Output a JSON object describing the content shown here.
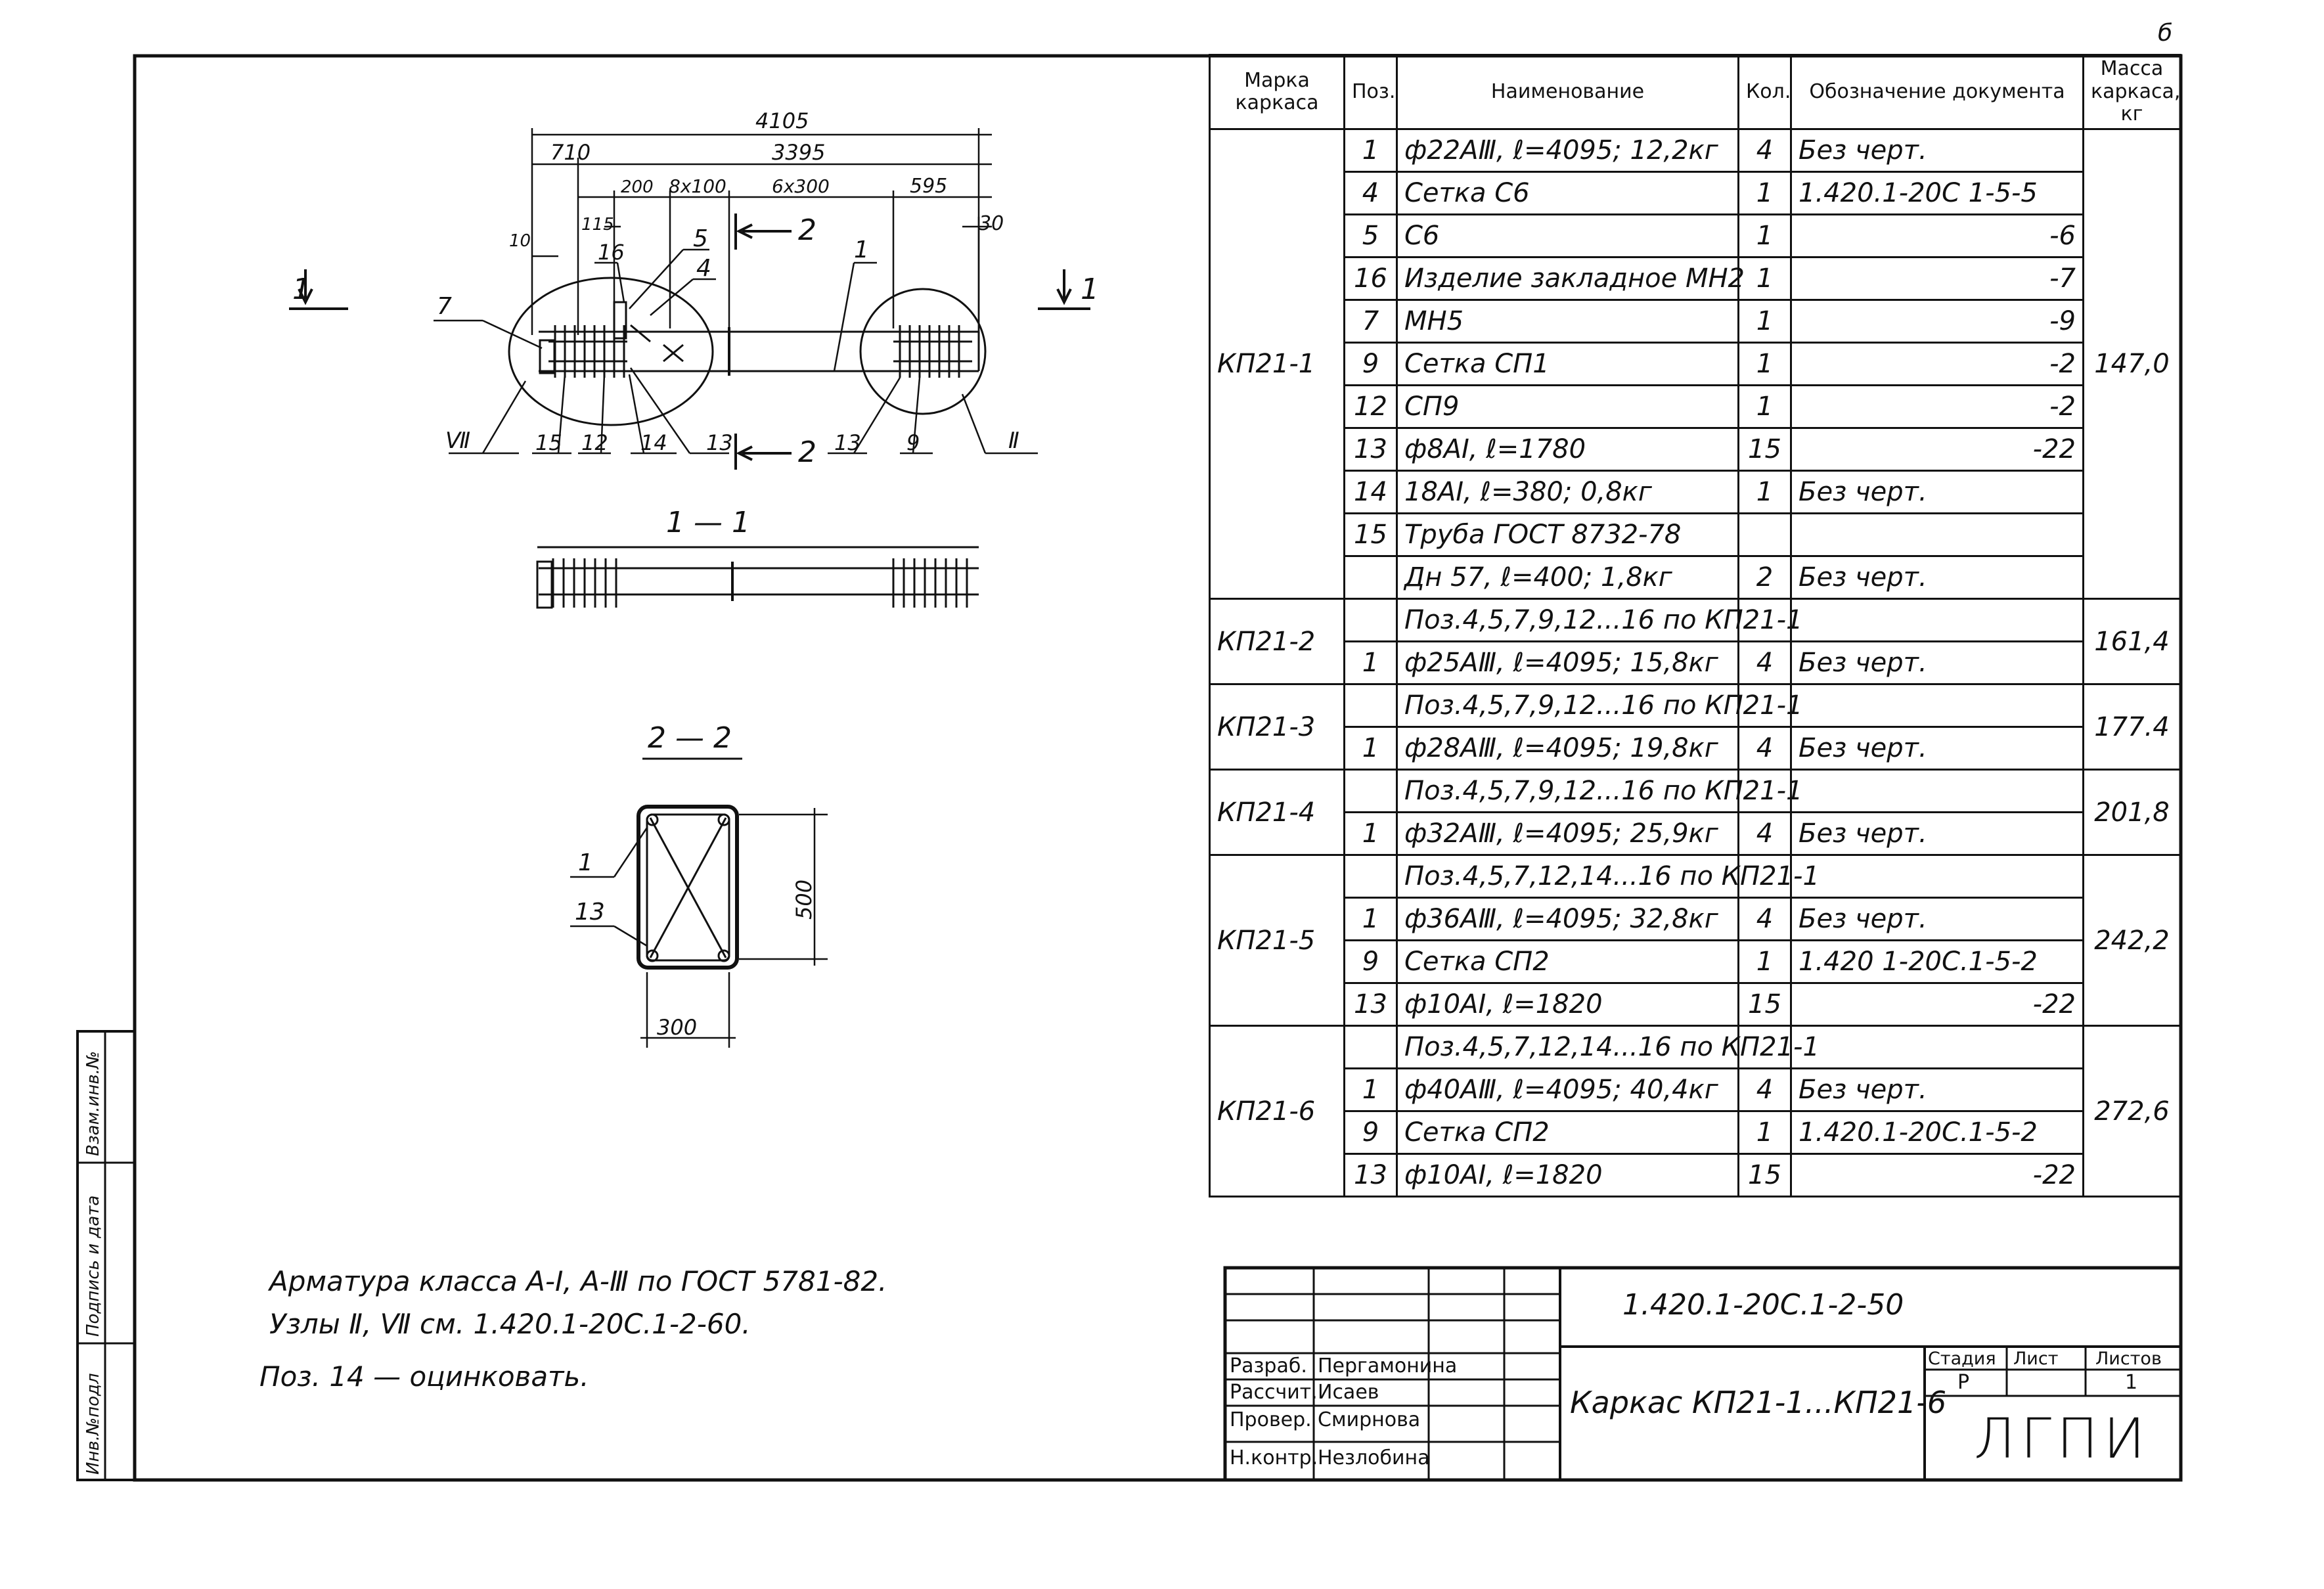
{
  "corner_mark": "б",
  "spec_table": {
    "headers": {
      "mark": "Марка каркаса",
      "pos": "Поз.",
      "name": "Наименование",
      "qty": "Кол.",
      "doc": "Обозначение документа",
      "mass": "Масса каркаса, кг"
    },
    "groups": [
      {
        "mark": "КП21-1",
        "mass": "147,0",
        "rows": [
          {
            "pos": "1",
            "name": "ф22АⅢ, ℓ=4095; 12,2кг",
            "qty": "4",
            "doc": "Без черт."
          },
          {
            "pos": "4",
            "name": "Сетка С6",
            "qty": "1",
            "doc": "1.420.1-20С 1-5-5"
          },
          {
            "pos": "5",
            "name": "С6",
            "qty": "1",
            "doc": "-6"
          },
          {
            "pos": "16",
            "name": "Изделие закладное МН2",
            "qty": "1",
            "doc": "-7"
          },
          {
            "pos": "7",
            "name": "МН5",
            "qty": "1",
            "doc": "-9"
          },
          {
            "pos": "9",
            "name": "Сетка СП1",
            "qty": "1",
            "doc": "-2"
          },
          {
            "pos": "12",
            "name": "СП9",
            "qty": "1",
            "doc": "-2"
          },
          {
            "pos": "13",
            "name": "ф8АⅠ, ℓ=1780",
            "qty": "15",
            "doc": "-22"
          },
          {
            "pos": "14",
            "name": "18АⅠ, ℓ=380; 0,8кг",
            "qty": "1",
            "doc": "Без черт."
          },
          {
            "pos": "15",
            "name": "Труба ГОСТ 8732-78",
            "qty": "",
            "doc": ""
          },
          {
            "pos": "",
            "name": "Дн 57, ℓ=400; 1,8кг",
            "qty": "2",
            "doc": "Без черт."
          }
        ]
      },
      {
        "mark": "КП21-2",
        "mass": "161,4",
        "rows": [
          {
            "pos": "",
            "name": "Поз.4,5,7,9,12...16 по КП21-1",
            "qty": "",
            "doc": ""
          },
          {
            "pos": "1",
            "name": "ф25АⅢ, ℓ=4095; 15,8кг",
            "qty": "4",
            "doc": "Без черт."
          }
        ]
      },
      {
        "mark": "КП21-3",
        "mass": "177.4",
        "rows": [
          {
            "pos": "",
            "name": "Поз.4,5,7,9,12...16 по КП21-1",
            "qty": "",
            "doc": ""
          },
          {
            "pos": "1",
            "name": "ф28АⅢ, ℓ=4095; 19,8кг",
            "qty": "4",
            "doc": "Без черт."
          }
        ]
      },
      {
        "mark": "КП21-4",
        "mass": "201,8",
        "rows": [
          {
            "pos": "",
            "name": "Поз.4,5,7,9,12...16 по КП21-1",
            "qty": "",
            "doc": ""
          },
          {
            "pos": "1",
            "name": "ф32АⅢ, ℓ=4095; 25,9кг",
            "qty": "4",
            "doc": "Без черт."
          }
        ]
      },
      {
        "mark": "КП21-5",
        "mass": "242,2",
        "rows": [
          {
            "pos": "",
            "name": "Поз.4,5,7,12,14...16 по КП21-1",
            "qty": "",
            "doc": ""
          },
          {
            "pos": "1",
            "name": "ф36АⅢ, ℓ=4095; 32,8кг",
            "qty": "4",
            "doc": "Без черт."
          },
          {
            "pos": "9",
            "name": "Сетка СП2",
            "qty": "1",
            "doc": "1.420 1-20С.1-5-2"
          },
          {
            "pos": "13",
            "name": "ф10АⅠ, ℓ=1820",
            "qty": "15",
            "doc": "-22"
          }
        ]
      },
      {
        "mark": "КП21-6",
        "mass": "272,6",
        "rows": [
          {
            "pos": "",
            "name": "Поз.4,5,7,12,14...16 по КП21-1",
            "qty": "",
            "doc": ""
          },
          {
            "pos": "1",
            "name": "ф40АⅢ, ℓ=4095; 40,4кг",
            "qty": "4",
            "doc": "Без черт."
          },
          {
            "pos": "9",
            "name": "Сетка СП2",
            "qty": "1",
            "doc": "1.420.1-20С.1-5-2"
          },
          {
            "pos": "13",
            "name": "ф10АⅠ, ℓ=1820",
            "qty": "15",
            "doc": "-22"
          }
        ]
      }
    ]
  },
  "drawing": {
    "dims": {
      "overall": "4105",
      "d710": "710",
      "d3395": "3395",
      "d200": "200",
      "d8x100": "8х100",
      "d6x300": "6х300",
      "d595": "595",
      "d115": "115",
      "d10": "10",
      "d30": "30",
      "d500": "500",
      "d300": "300"
    },
    "callouts": {
      "p1": "1",
      "p2": "2",
      "p4": "4",
      "p5": "5",
      "p7": "7",
      "p9": "9",
      "p12": "12",
      "p13": "13",
      "p14": "14",
      "p15": "15",
      "p16": "16",
      "node2": "Ⅱ",
      "node7": "Ⅶ"
    },
    "section_marks": {
      "s1_left": "1",
      "s1_right": "1",
      "s2_top": "2",
      "s2_bottom": "2"
    },
    "section_titles": {
      "sec11": "1 — 1",
      "sec22": "2 — 2"
    },
    "sec22_callouts": {
      "c1": "1",
      "c13": "13"
    }
  },
  "notes": [
    "Арматура класса А-Ⅰ, А-Ⅲ по ГОСТ 5781-82.",
    "Узлы Ⅱ, Ⅶ см. 1.420.1-20С.1-2-60.",
    "Поз. 14 — оцинковать."
  ],
  "side_stamp": {
    "c1": "Взам.инв.№",
    "c2": "Подпись и дата",
    "c3": "Инв.№подл"
  },
  "title_block": {
    "doc_code": "1.420.1-20С.1-2-50",
    "title": "Каркас КП21-1...КП21-6",
    "stage_label": "Стадия",
    "sheet_label": "Лист",
    "sheets_label": "Листов",
    "stage": "Р",
    "sheets": "1",
    "org": "ЛГПИ",
    "roles": [
      {
        "role": "Разраб.",
        "name": "Пергамонина"
      },
      {
        "role": "Рассчит.",
        "name": "Исаев"
      },
      {
        "role": "Провер.",
        "name": "Смирнова"
      },
      {
        "role": "Н.контр.",
        "name": "Незлобина"
      }
    ]
  }
}
